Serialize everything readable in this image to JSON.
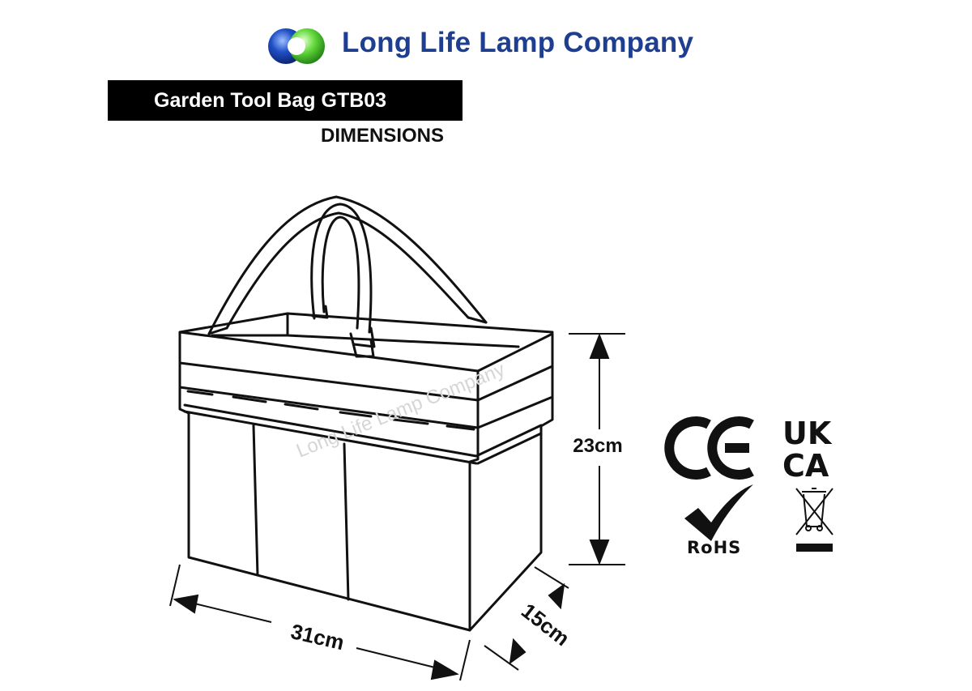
{
  "header": {
    "company_name": "Long Life Lamp Company",
    "logo_icon": "interlocking-circles-logo"
  },
  "product": {
    "title": "Garden Tool Bag GTB03",
    "subtitle": "DIMENSIONS"
  },
  "dimensions": {
    "height": "23cm",
    "width": "31cm",
    "depth": "15cm"
  },
  "watermark": "Long Life Lamp Company",
  "certifications": {
    "ce_icon": "ce-mark-icon",
    "ukca_line1": "UK",
    "ukca_line2": "CA",
    "rohs_label": "RoHS",
    "weee_icon": "crossed-bin-icon"
  },
  "colors": {
    "brand_blue": "#1e3f8f",
    "logo_green": "#5fd63c",
    "title_bar": "#000000"
  }
}
